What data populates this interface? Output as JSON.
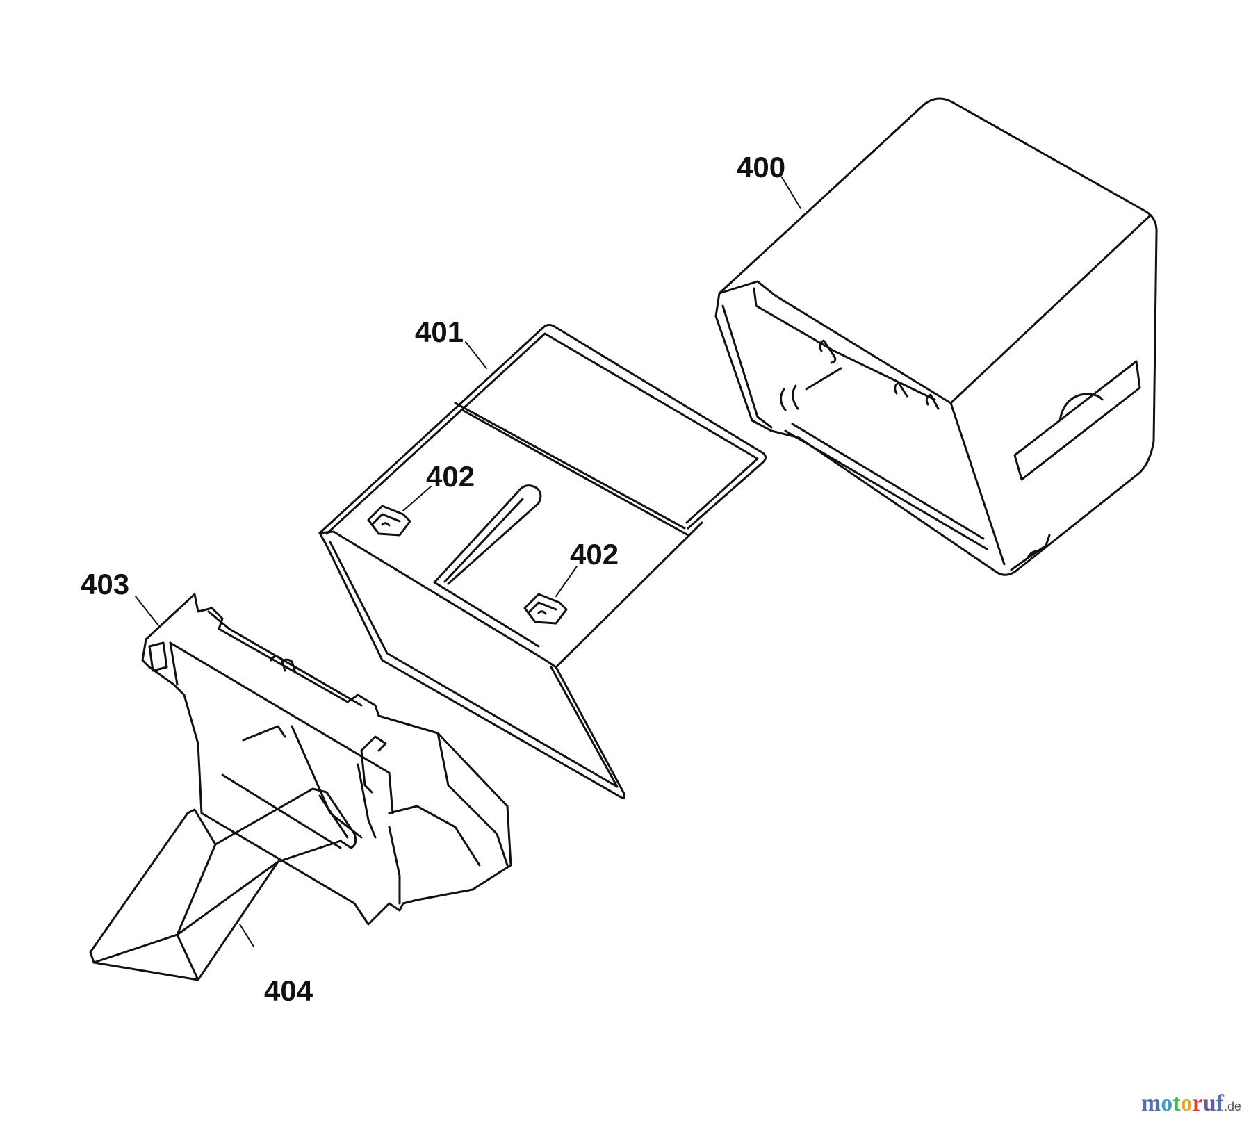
{
  "callouts": [
    {
      "id": "p400",
      "label": "400"
    },
    {
      "id": "p401",
      "label": "401"
    },
    {
      "id": "p402a",
      "label": "402"
    },
    {
      "id": "p402b",
      "label": "402"
    },
    {
      "id": "p403",
      "label": "403"
    },
    {
      "id": "p404",
      "label": "404"
    }
  ],
  "watermark": {
    "parts": [
      "m",
      "o",
      "t",
      "o",
      "r",
      "u",
      "f"
    ],
    "tld": ".de"
  }
}
